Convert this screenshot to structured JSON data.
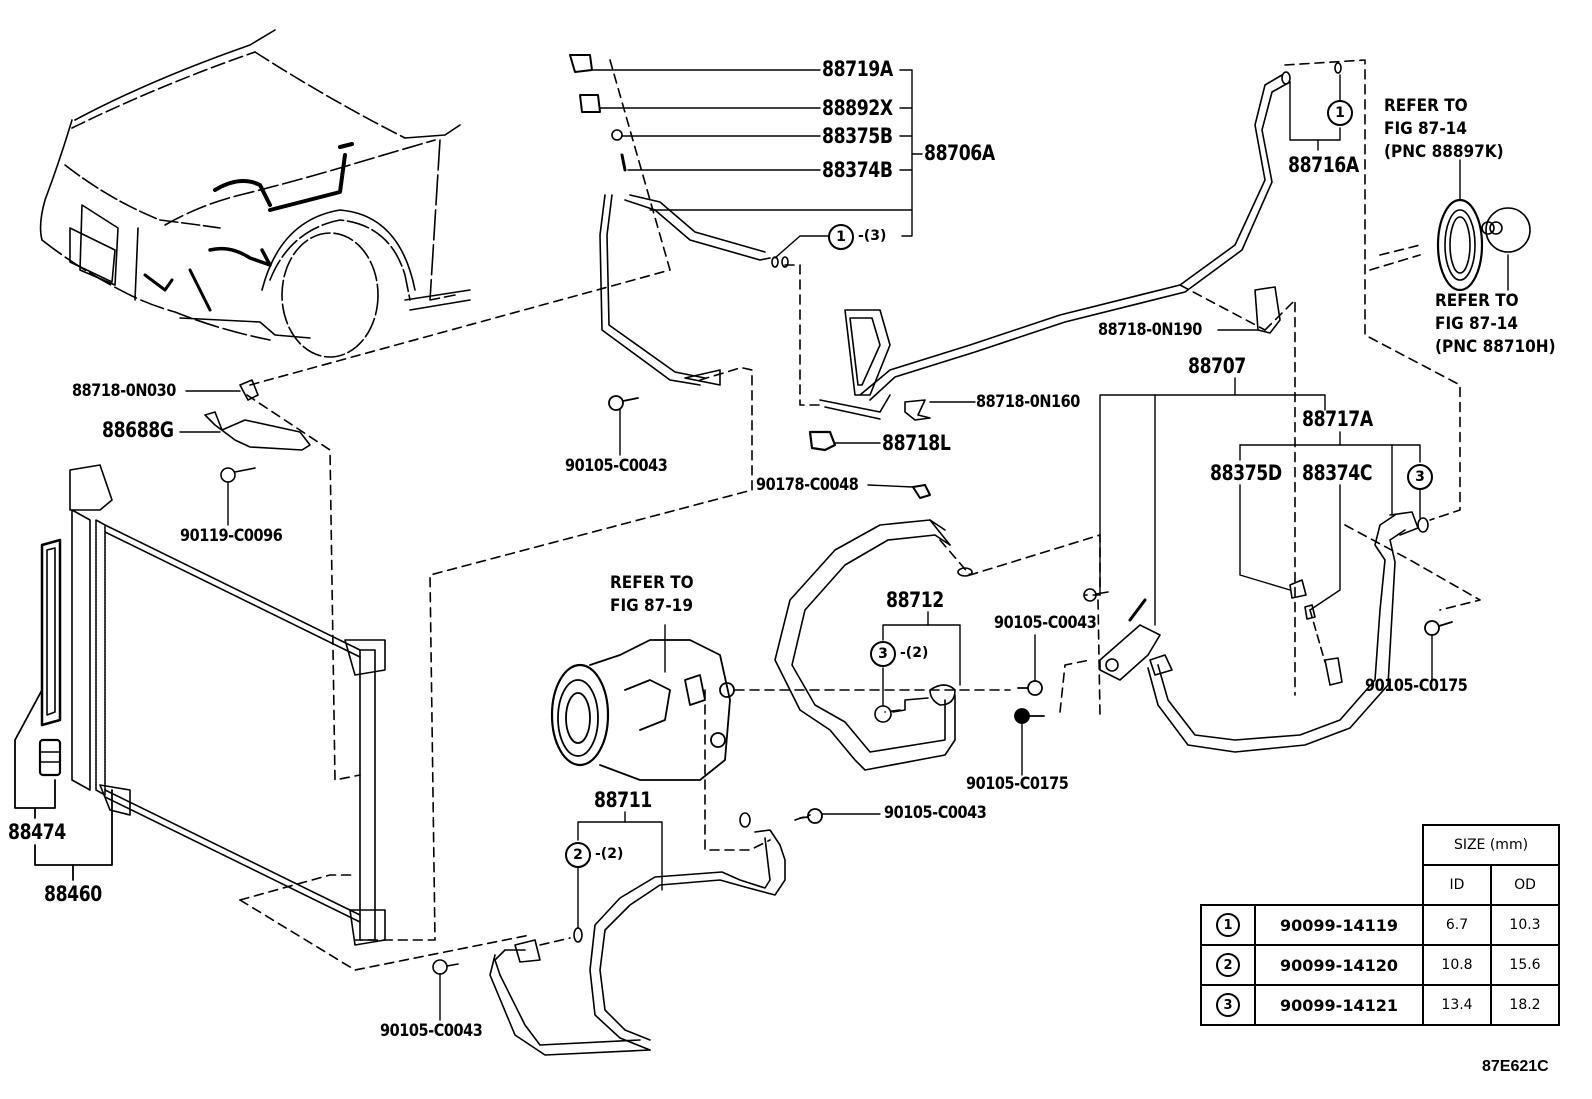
{
  "diagram": {
    "type": "exploded-parts-diagram",
    "subject": "Air conditioner condenser, compressor and refrigerant lines",
    "figure_id": "87E621C"
  },
  "labels": {
    "p88719A": "88719A",
    "p88892X": "88892X",
    "p88375B": "88375B",
    "p88374B": "88374B",
    "p88706A": "88706A",
    "p88716A": "88716A",
    "p88718_0N190": "88718-0N190",
    "p88718_0N030": "88718-0N030",
    "p88688G": "88688G",
    "p90119_C0096": "90119-C0096",
    "p90105_C0043_a": "90105-C0043",
    "p88718_0N160": "88718-0N160",
    "p88718L": "88718L",
    "p90178_C0048": "90178-C0048",
    "p88707": "88707",
    "p88717A": "88717A",
    "p88375D": "88375D",
    "p88374C": "88374C",
    "p88712": "88712",
    "p90105_C0043_b": "90105-C0043",
    "p90105_C0175_a": "90105-C0175",
    "p90105_C0175_b": "90105-C0175",
    "p88711": "88711",
    "p90105_C0043_c": "90105-C0043",
    "p90105_C0043_d": "90105-C0043",
    "p88474": "88474",
    "p88460": "88460"
  },
  "references": {
    "compressor": [
      "REFER TO",
      "FIG 87-19"
    ],
    "pnc88897K": [
      "REFER TO",
      "FIG 87-14",
      "(PNC 88897K)"
    ],
    "pnc88710H": [
      "REFER TO",
      "FIG 87-14",
      "(PNC 88710H)"
    ]
  },
  "callouts": [
    {
      "id": "1",
      "qty": "-(3)",
      "parent": "88706A"
    },
    {
      "id": "1",
      "qty": "",
      "parent": "88716A"
    },
    {
      "id": "3",
      "qty": "",
      "parent": "88717A"
    },
    {
      "id": "3",
      "qty": "-(2)",
      "parent": "88712"
    },
    {
      "id": "2",
      "qty": "-(2)",
      "parent": "88711"
    }
  ],
  "size_table": {
    "header": "SIZE (mm)",
    "col_id": "ID",
    "col_od": "OD",
    "rows": [
      {
        "ref": "1",
        "part": "90099-14119",
        "id": "6.7",
        "od": "10.3"
      },
      {
        "ref": "2",
        "part": "90099-14120",
        "id": "10.8",
        "od": "15.6"
      },
      {
        "ref": "3",
        "part": "90099-14121",
        "id": "13.4",
        "od": "18.2"
      }
    ]
  }
}
